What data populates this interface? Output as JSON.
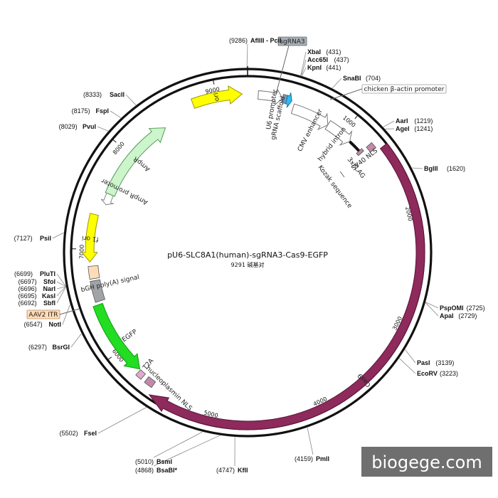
{
  "plasmid": {
    "name": "pU6-SLC8A1(human)-sgRNA3-Cas9-EGFP",
    "length_label": "9291 碱基对"
  },
  "ticks": [
    "1000",
    "2000",
    "3000",
    "4000",
    "5000",
    "6000",
    "7000",
    "8000",
    "9000"
  ],
  "sites": [
    {
      "name": "AflIII - PciI",
      "pos": "(9286)"
    },
    {
      "name": "XbaI",
      "pos": "(431)"
    },
    {
      "name": "Acc65I",
      "pos": "(437)"
    },
    {
      "name": "KpnI",
      "pos": "(441)"
    },
    {
      "name": "SnaBI",
      "pos": "(704)"
    },
    {
      "name": "AarI",
      "pos": "(1219)"
    },
    {
      "name": "AgeI",
      "pos": "(1241)"
    },
    {
      "name": "BglII",
      "pos": "(1620)"
    },
    {
      "name": "PspOMI",
      "pos": "(2725)"
    },
    {
      "name": "ApaI",
      "pos": "(2729)"
    },
    {
      "name": "PasI",
      "pos": "(3139)"
    },
    {
      "name": "EcoRV",
      "pos": "(3223)"
    },
    {
      "name": "PmlI",
      "pos": "(4159)"
    },
    {
      "name": "KflI",
      "pos": "(4747)"
    },
    {
      "name": "BsaBI*",
      "pos": "(4868)"
    },
    {
      "name": "BsmI",
      "pos": "(5010)"
    },
    {
      "name": "FseI",
      "pos": "(5502)"
    },
    {
      "name": "BsrGI",
      "pos": "(6297)"
    },
    {
      "name": "NotI",
      "pos": "(6547)"
    },
    {
      "name": "SbfI",
      "pos": "(6692)"
    },
    {
      "name": "KasI",
      "pos": "(6695)"
    },
    {
      "name": "NarI",
      "pos": "(6696)"
    },
    {
      "name": "SfoI",
      "pos": "(6697)"
    },
    {
      "name": "PluTI",
      "pos": "(6699)"
    },
    {
      "name": "PsiI",
      "pos": "(7127)"
    },
    {
      "name": "PvuI",
      "pos": "(8029)"
    },
    {
      "name": "FspI",
      "pos": "(8175)"
    },
    {
      "name": "SacII",
      "pos": "(8333)"
    }
  ],
  "features": {
    "sgRNA3": "sgRNA3",
    "chicken_actin": "chicken β-actin promoter",
    "aav2_itr": "AAV2 ITR",
    "u6_promoter": "U6 promoter",
    "grna_scaffold": "gRNA scaffold",
    "cmv_enhancer": "CMV enhancer",
    "hybrid_intron": "hybrid intron",
    "flag": "3xFLAG",
    "kozak": "Kozak sequence",
    "sv40_nls": "SV40 NLS",
    "cas9": "Cas9",
    "nucleoplasmin_nls": "nucleoplasmin NLS",
    "t2a": "T2A",
    "egfp": "EGFP",
    "bgh": "bGH poly(A) signal",
    "f1_ori": "f1 ori",
    "ampr_promoter": "AmpR promoter",
    "ampr": "AmpR",
    "ori": "ori"
  },
  "colors": {
    "cas9": "#8e2a5c",
    "egfp": "#22dd22",
    "ori": "#ffff00",
    "f1_ori": "#ffff00",
    "ampr": "#ccf5cc",
    "sgRNA3": "#33bbee",
    "bgh": "#a0a4a8",
    "aav2_itr": "#ffdcb8",
    "nls": "#c08aa8"
  },
  "watermark": "biogege.com"
}
